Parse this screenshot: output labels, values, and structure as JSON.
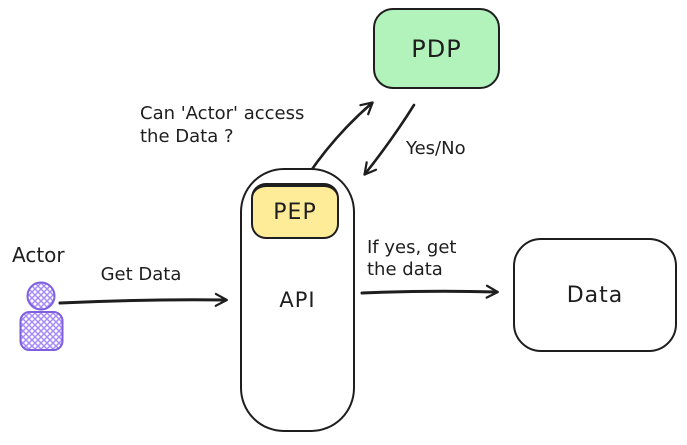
{
  "diagram": {
    "background": "#ffffff",
    "stroke_color": "#1e1e1e",
    "nodes": {
      "pdp": {
        "label": "PDP",
        "fill": "#b2f2bb"
      },
      "pep": {
        "label": "PEP",
        "fill": "#ffec99"
      },
      "api": {
        "label": "API",
        "fill": "#ffffff"
      },
      "data": {
        "label": "Data",
        "fill": "#ffffff"
      },
      "actor": {
        "label": "Actor",
        "stroke": "#7d5fe0",
        "hatch": "#a78bfa"
      }
    },
    "edges": {
      "get_data": {
        "label": "Get Data",
        "from": "actor",
        "to": "api"
      },
      "ask_pdp": {
        "line1": "Can 'Actor' access",
        "line2": "the Data ?",
        "from": "api",
        "to": "pdp"
      },
      "yes_no": {
        "label": "Yes/No",
        "from": "pdp",
        "to": "api"
      },
      "if_yes": {
        "line1": "If yes, get",
        "line2": "the data",
        "from": "api",
        "to": "data"
      }
    }
  }
}
